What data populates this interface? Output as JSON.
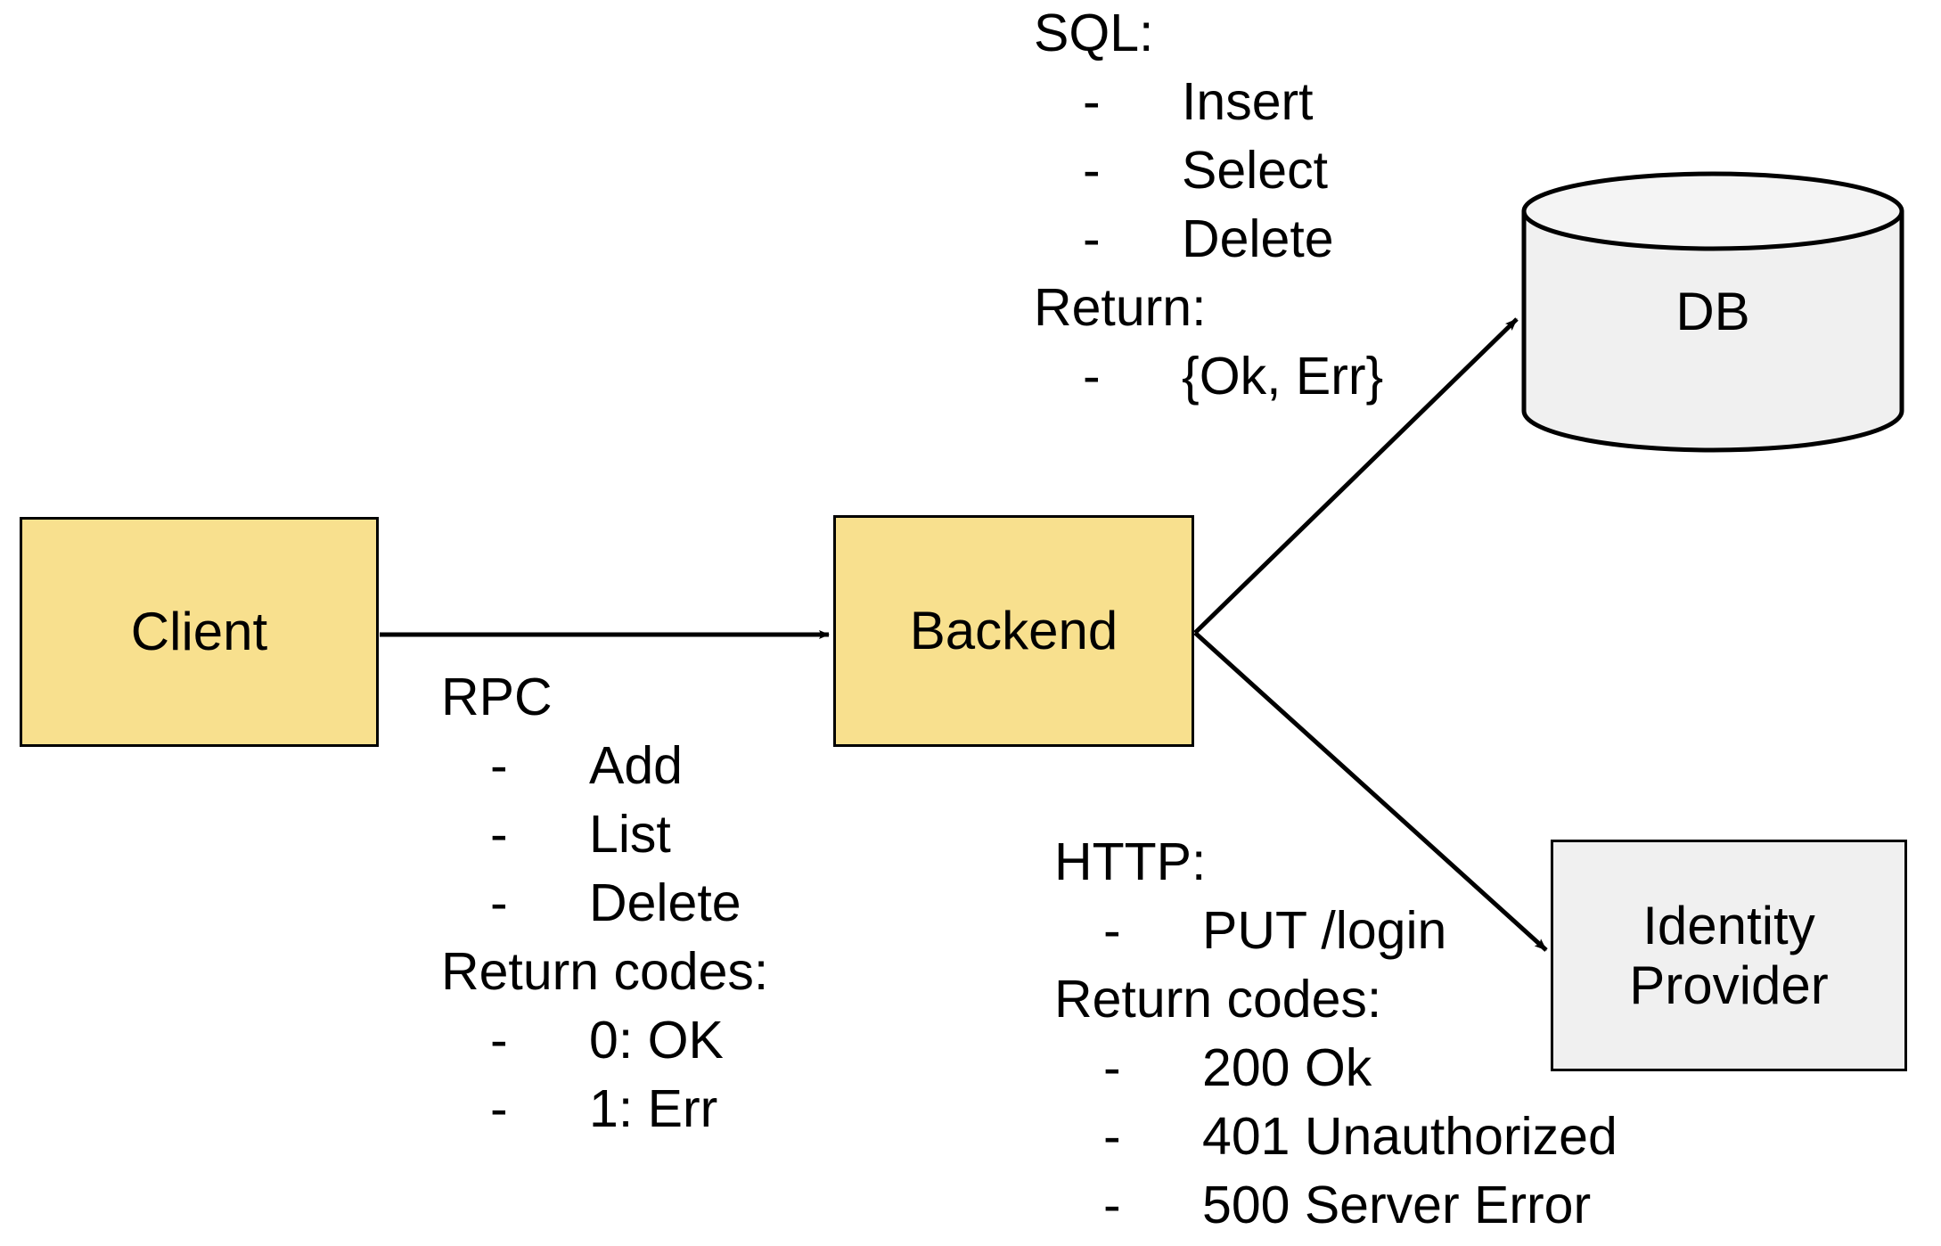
{
  "diagram": {
    "title": "Client / Backend / DB / Identity Provider architecture",
    "background": "#ffffff",
    "colors": {
      "service_fill": "#f8e08e",
      "external_fill": "#f0f0f0",
      "stroke": "#000000",
      "text": "#000000"
    }
  },
  "nodes": {
    "client": {
      "label": "Client",
      "shape": "rectangle",
      "fill": "#f8e08e"
    },
    "backend": {
      "label": "Backend",
      "shape": "rectangle",
      "fill": "#f8e08e"
    },
    "db": {
      "label": "DB",
      "shape": "cylinder",
      "fill": "#f0f0f0"
    },
    "identity_provider": {
      "label_line1": "Identity",
      "label_line2": "Provider",
      "shape": "rectangle",
      "fill": "#f0f0f0"
    }
  },
  "edges": [
    {
      "from": "client",
      "to": "backend",
      "style": "solid-arrow",
      "protocol": "RPC"
    },
    {
      "from": "backend",
      "to": "db",
      "style": "solid-arrow",
      "protocol": "SQL"
    },
    {
      "from": "backend",
      "to": "identity_provider",
      "style": "solid-arrow",
      "protocol": "HTTP"
    }
  ],
  "annotations": {
    "rpc": {
      "heading": "RPC",
      "items": [
        "Add",
        "List",
        "Delete"
      ],
      "subheading": "Return codes:",
      "subitems": [
        "0: OK",
        "1: Err"
      ],
      "bullet": "-"
    },
    "sql": {
      "heading": "SQL:",
      "items": [
        "Insert",
        "Select",
        "Delete"
      ],
      "subheading": "Return:",
      "subitems": [
        "{Ok, Err}"
      ],
      "bullet": "-"
    },
    "http": {
      "heading": "HTTP:",
      "items": [
        "PUT /login"
      ],
      "subheading": "Return codes:",
      "subitems": [
        "200 Ok",
        "401 Unauthorized",
        "500 Server Error"
      ],
      "bullet": "-"
    }
  }
}
